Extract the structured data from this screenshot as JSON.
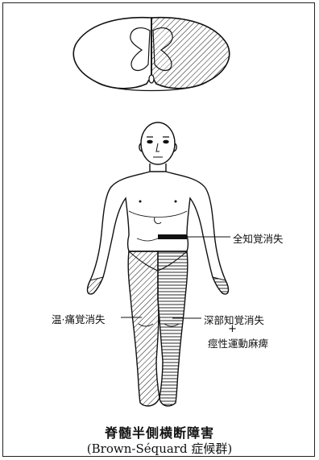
{
  "labels": {
    "total_loss": "全知覚消失",
    "temp_pain_loss": "温·痛覚消失",
    "deep_loss_line1": "深部知覚消失",
    "plus": "+",
    "spastic_paralysis": "痙性運動麻痺"
  },
  "caption": {
    "title": "脊髄半側横断障害",
    "subtitle": "(Brown-Séquard 症候群)"
  },
  "colors": {
    "ink": "#111111",
    "background": "#ffffff"
  }
}
